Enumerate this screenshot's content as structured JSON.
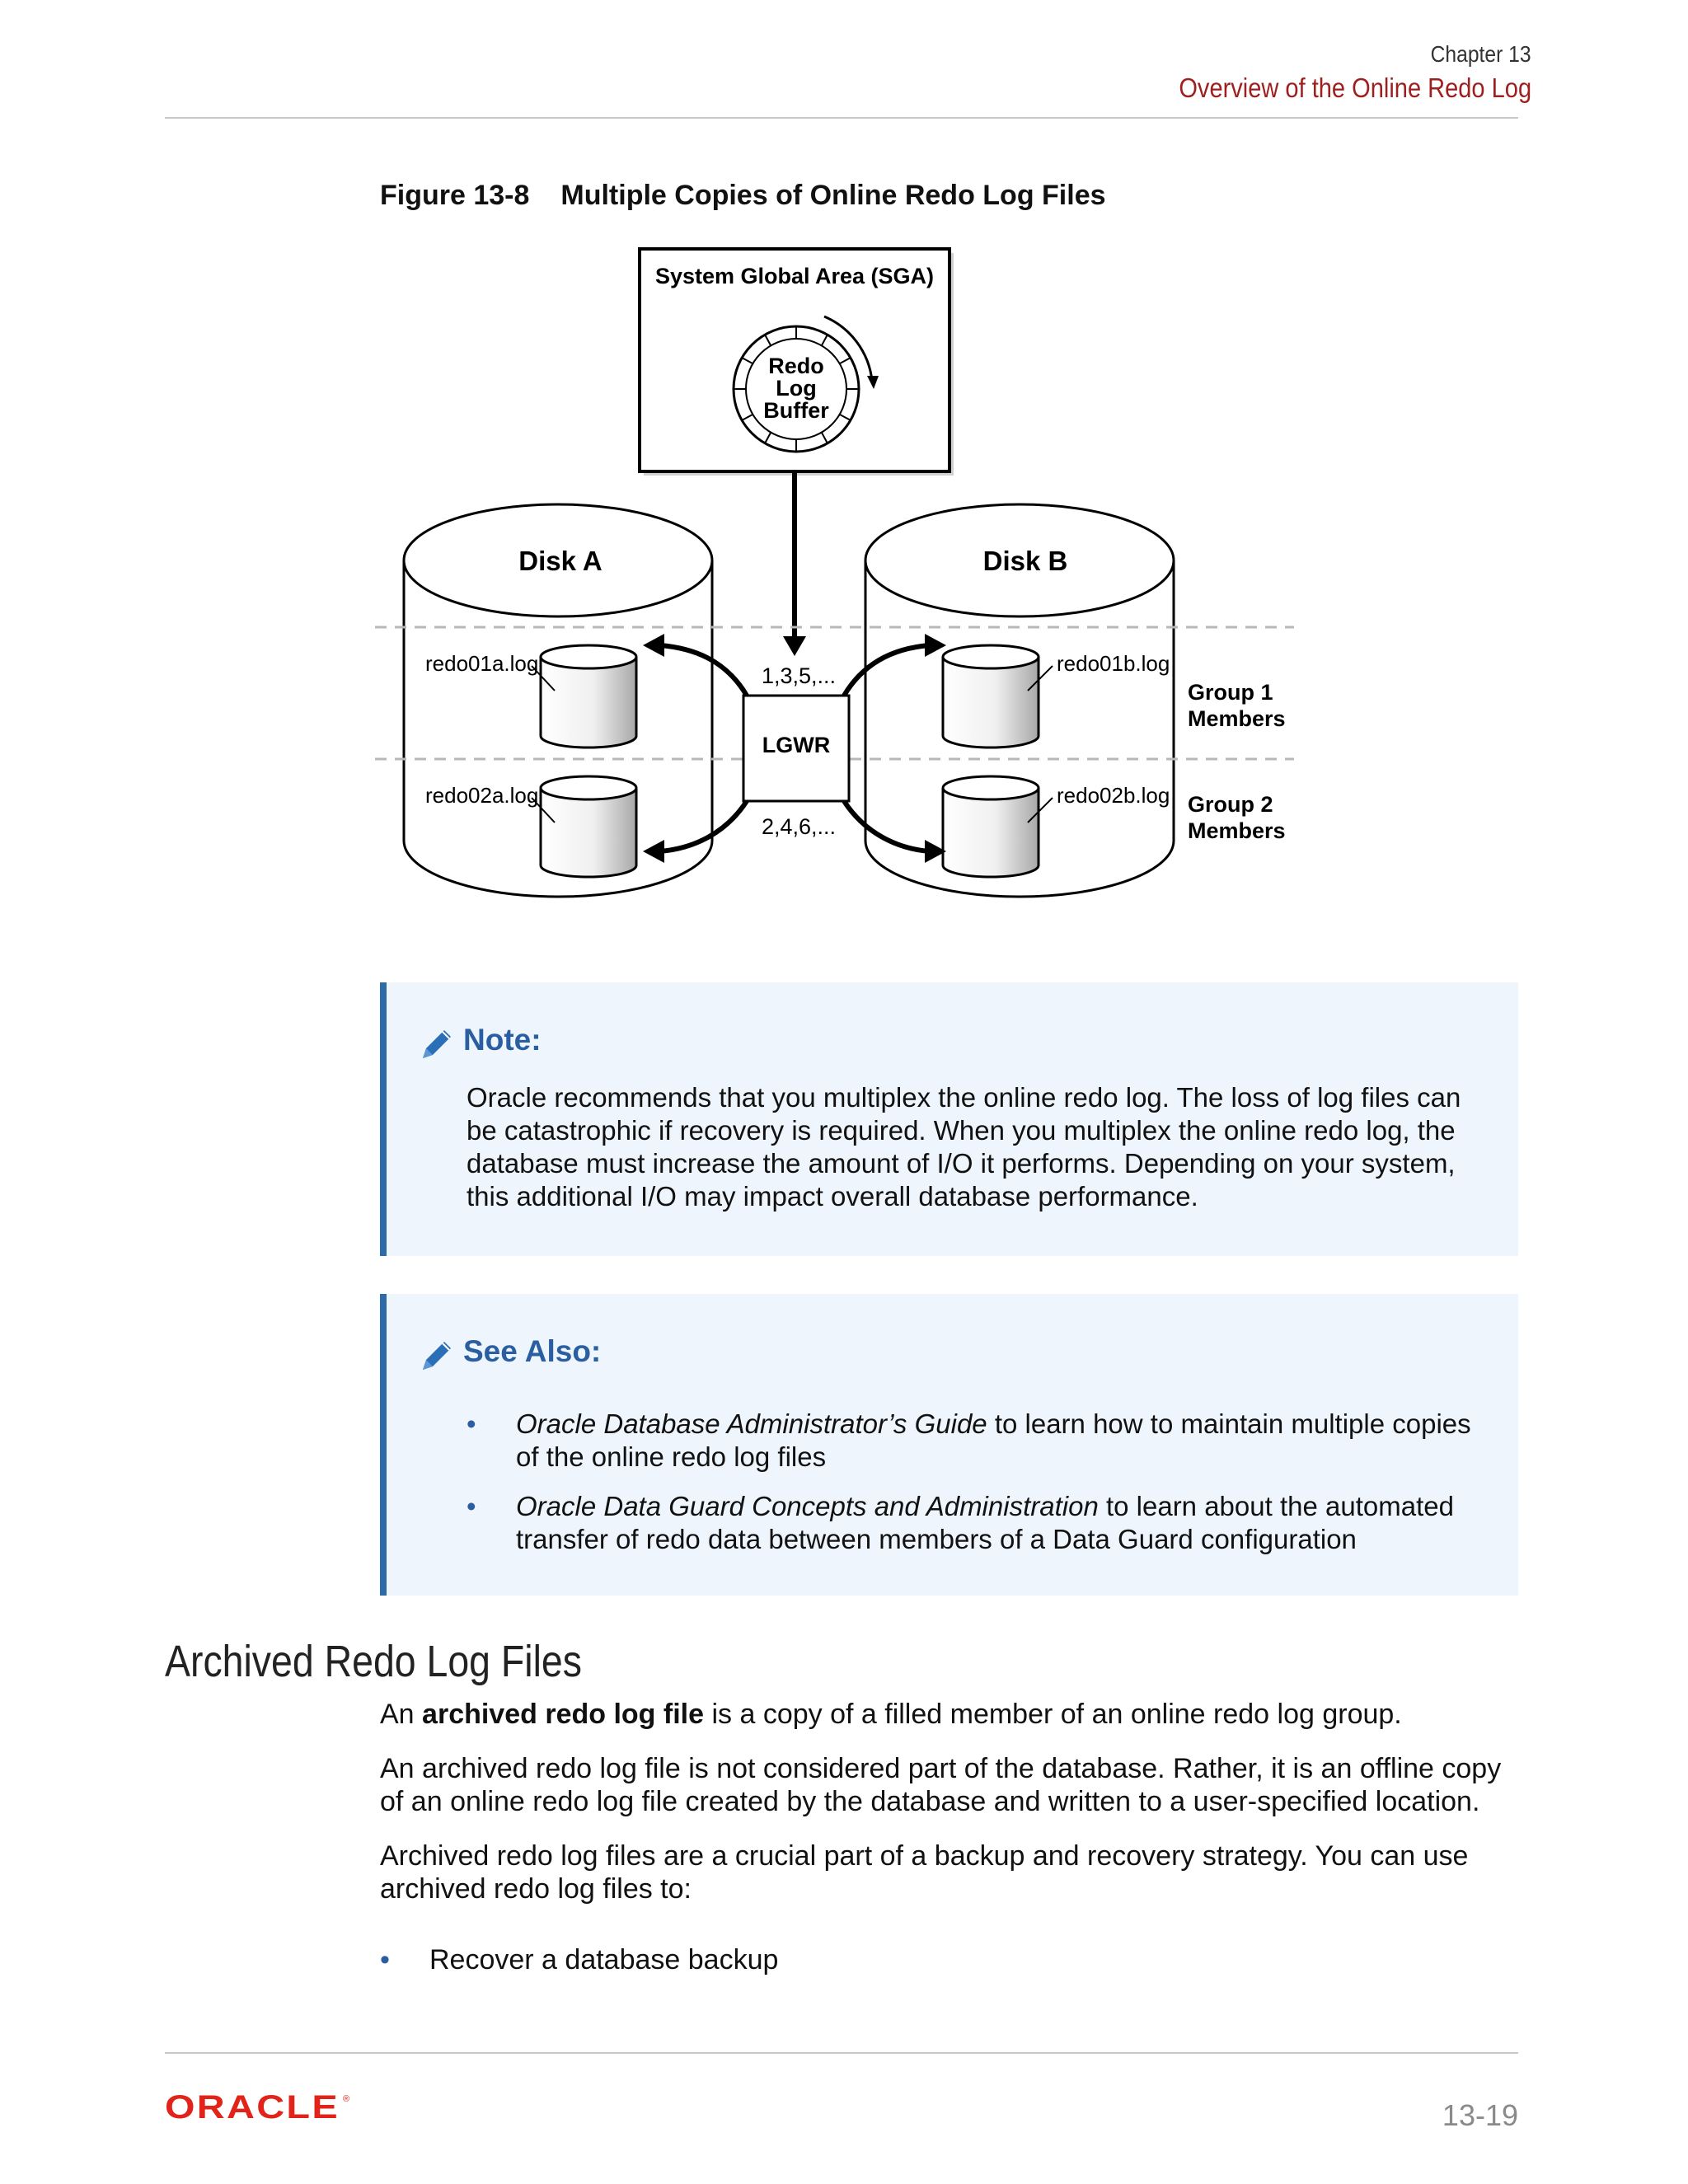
{
  "header": {
    "chapter": "Chapter 13",
    "section": "Overview of the Online Redo Log"
  },
  "figure": {
    "number": "Figure 13-8",
    "title": "Multiple Copies of Online Redo Log Files",
    "sga_label": "System Global Area (SGA)",
    "buffer_label_1": "Redo",
    "buffer_label_2": "Log",
    "buffer_label_3": "Buffer",
    "disk_a": "Disk A",
    "disk_b": "Disk B",
    "lgwr": "LGWR",
    "seq_odd": "1,3,5,...",
    "seq_even": "2,4,6,...",
    "redo01a": "redo01a.log",
    "redo02a": "redo02a.log",
    "redo01b": "redo01b.log",
    "redo02b": "redo02b.log",
    "group1_line1": "Group 1",
    "group1_line2": "Members",
    "group2_line1": "Group 2",
    "group2_line2": "Members"
  },
  "note": {
    "heading": "Note:",
    "text": "Oracle recommends that you multiplex the online redo log. The loss of log files can be catastrophic if recovery is required. When you multiplex the online redo log, the database must increase the amount of I/O it performs. Depending on your system, this additional I/O may impact overall database performance.",
    "icon": "pencil-icon"
  },
  "see_also": {
    "heading": "See Also:",
    "icon": "pencil-icon",
    "items": [
      {
        "title": "Oracle Database Administrator’s Guide",
        "rest": " to learn how to maintain multiple copies of the online redo log files"
      },
      {
        "title": "Oracle Data Guard Concepts and Administration",
        "rest": " to learn about the automated transfer of redo data between members of a Data Guard configuration"
      }
    ]
  },
  "section": {
    "title": "Archived Redo Log Files",
    "p1_pre": "An ",
    "p1_bold": "archived redo log file",
    "p1_post": " is a copy of a filled member of an online redo log group.",
    "p2": "An archived redo log file is not considered part of the database. Rather, it is an offline copy of an online redo log file created by the database and written to a user-specified location.",
    "p3": "Archived redo log files are a crucial part of a backup and recovery strategy. You can use archived redo log files to:",
    "list": [
      "Recover a database backup"
    ]
  },
  "footer": {
    "logo": "ORACLE",
    "page": "13-19"
  },
  "colors": {
    "accent_blue": "#2a5ea0",
    "header_red": "#9e1f1f",
    "oracle_red": "#e2231a",
    "note_bg": "#eef5fc"
  }
}
